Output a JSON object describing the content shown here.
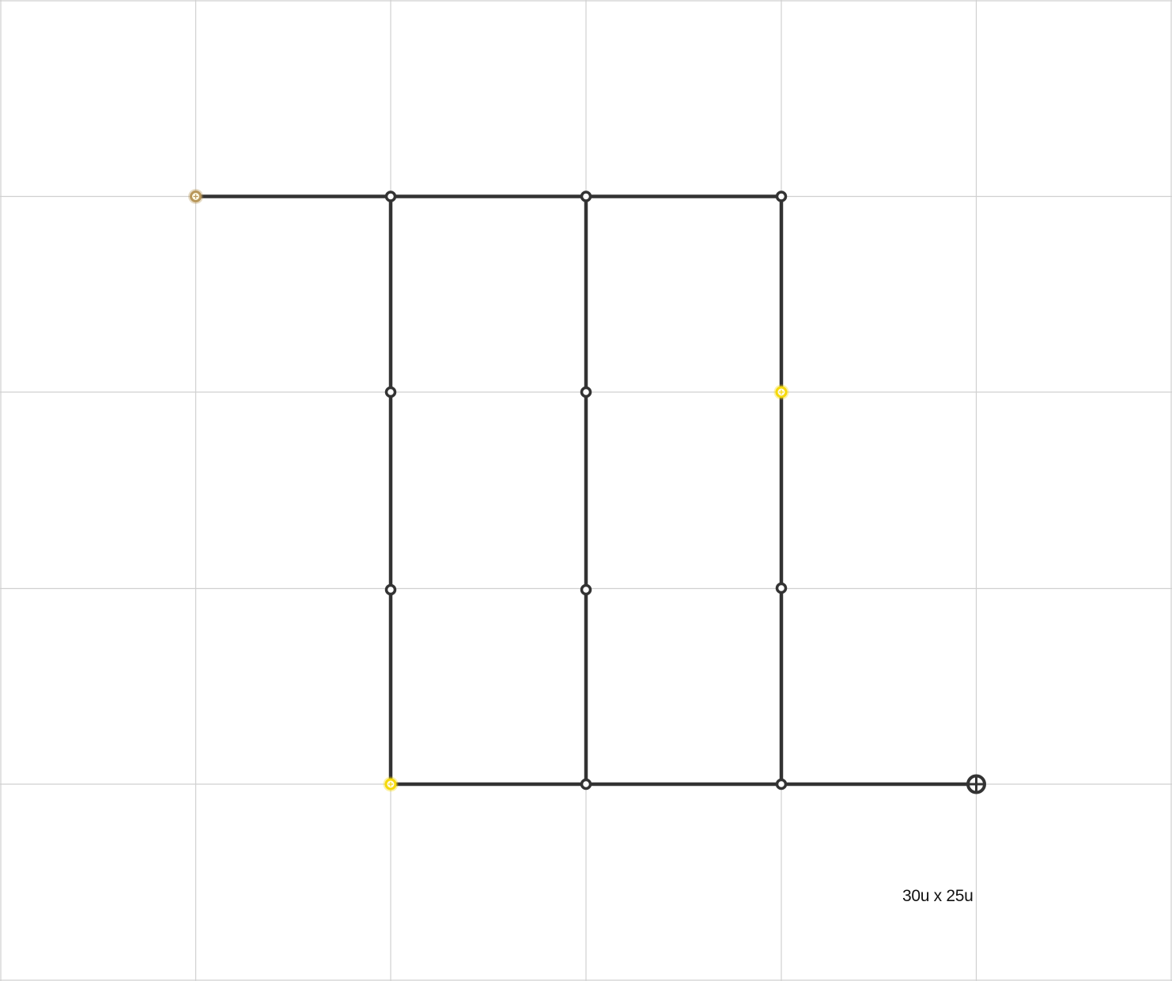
{
  "canvas": {
    "grid_columns": 6,
    "grid_rows": 5,
    "size_label": "30u x 25u"
  },
  "colors": {
    "background": "#ffffff",
    "grid_line": "#d0d0d0",
    "wire": "#333333",
    "node_fill": "#ffffff",
    "highlight_yellow": "#f5d90a",
    "highlight_tan": "#b8975a"
  },
  "nodes": [
    {
      "id": "n-start",
      "col": 1,
      "row": 1,
      "kind": "start",
      "color": "tan"
    },
    {
      "id": "n-b1",
      "col": 2,
      "row": 1,
      "kind": "junction"
    },
    {
      "id": "n-c1",
      "col": 3,
      "row": 1,
      "kind": "junction"
    },
    {
      "id": "n-d1",
      "col": 4,
      "row": 1,
      "kind": "junction"
    },
    {
      "id": "n-b2",
      "col": 2,
      "row": 2,
      "kind": "junction"
    },
    {
      "id": "n-c2",
      "col": 3,
      "row": 2,
      "kind": "junction"
    },
    {
      "id": "n-d2",
      "col": 4,
      "row": 2,
      "kind": "highlight",
      "color": "yellow"
    },
    {
      "id": "n-b3",
      "col": 2,
      "row": 3,
      "kind": "junction"
    },
    {
      "id": "n-c3",
      "col": 3,
      "row": 3,
      "kind": "junction"
    },
    {
      "id": "n-d3",
      "col": 4,
      "row": 3,
      "kind": "junction"
    },
    {
      "id": "n-b4",
      "col": 2,
      "row": 4,
      "kind": "highlight",
      "color": "yellow"
    },
    {
      "id": "n-c4",
      "col": 3,
      "row": 4,
      "kind": "junction"
    },
    {
      "id": "n-d4",
      "col": 4,
      "row": 4,
      "kind": "junction"
    },
    {
      "id": "n-end",
      "col": 5,
      "row": 4,
      "kind": "end"
    }
  ],
  "edges": [
    [
      "n-start",
      "n-b1"
    ],
    [
      "n-b1",
      "n-c1"
    ],
    [
      "n-c1",
      "n-d1"
    ],
    [
      "n-b1",
      "n-b2"
    ],
    [
      "n-b2",
      "n-b3"
    ],
    [
      "n-b3",
      "n-b4"
    ],
    [
      "n-c1",
      "n-c2"
    ],
    [
      "n-c2",
      "n-c3"
    ],
    [
      "n-c3",
      "n-c4"
    ],
    [
      "n-d1",
      "n-d2"
    ],
    [
      "n-d2",
      "n-d3"
    ],
    [
      "n-d3",
      "n-d4"
    ],
    [
      "n-b4",
      "n-c4"
    ],
    [
      "n-c4",
      "n-d4"
    ],
    [
      "n-d4",
      "n-end"
    ]
  ]
}
